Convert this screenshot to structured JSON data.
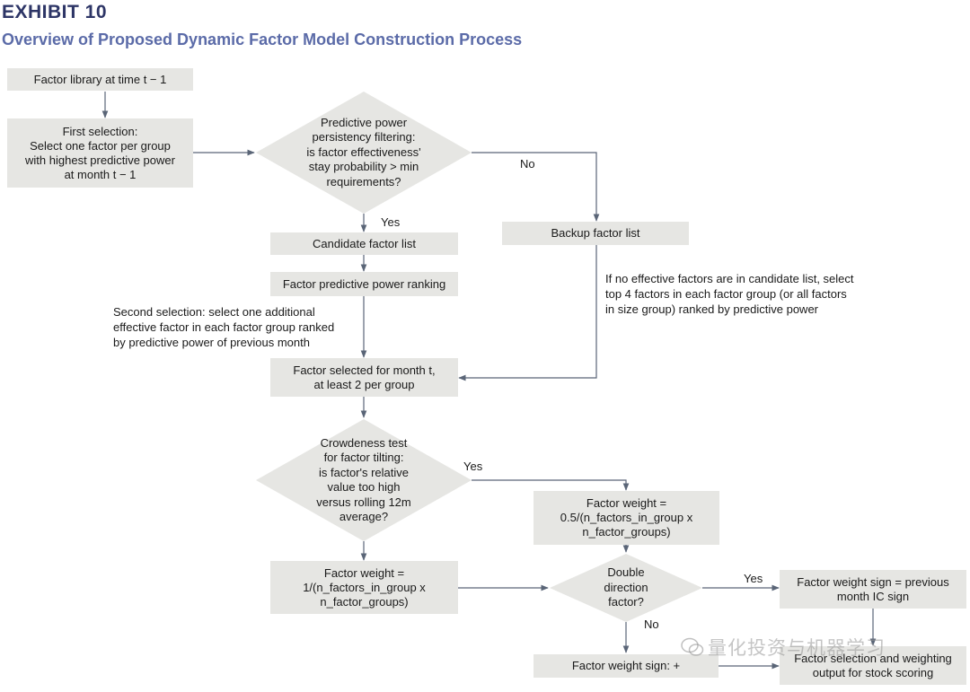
{
  "header": {
    "exhibit": "EXHIBIT 10",
    "title": "Overview of Proposed Dynamic Factor Model Construction Process"
  },
  "nodes": {
    "factor_library": "Factor library at time t − 1",
    "first_selection": "First selection:\nSelect one factor per group\nwith highest predictive power\nat month t − 1",
    "predictive_filter": "Predictive power\npersistency filtering:\nis factor effectiveness'\nstay probability > min\nrequirements?",
    "backup_list": "Backup factor list",
    "candidate_list": "Candidate factor list",
    "ranking": "Factor predictive power ranking",
    "factor_selected": "Factor selected for month t,\nat least 2 per group",
    "crowdedness_test": "Crowdeness test\nfor factor tilting:\nis factor's relative\nvalue too high\nversus rolling 12m\naverage?",
    "weight_half": "Factor weight =\n0.5/(n_factors_in_group x\nn_factor_groups)",
    "weight_full": "Factor weight =\n1/(n_factors_in_group x\nn_factor_groups)",
    "double_direction": "Double\ndirection\nfactor?",
    "sign_previous": "Factor weight sign = previous\nmonth IC sign",
    "sign_plus": "Factor weight sign: +",
    "final_output": "Factor selection and weighting\noutput for stock scoring"
  },
  "edge_labels": {
    "filter_no": "No",
    "filter_yes": "Yes",
    "crowd_yes": "Yes",
    "double_yes": "Yes",
    "double_no": "No"
  },
  "notes": {
    "second_selection": "Second selection: select one additional\neffective factor in each factor group ranked\nby predictive power of previous month",
    "backup_rule": "If no effective factors are in candidate list, select\ntop 4 factors in each factor group (or all factors\nin size group) ranked by predictive power"
  },
  "watermark": "量化投资与机器学习",
  "colors": {
    "box_fill": "#e6e6e3",
    "line": "#5a6577",
    "exhibit_title": "#2d3566",
    "subtitle": "#5b6ba8"
  }
}
